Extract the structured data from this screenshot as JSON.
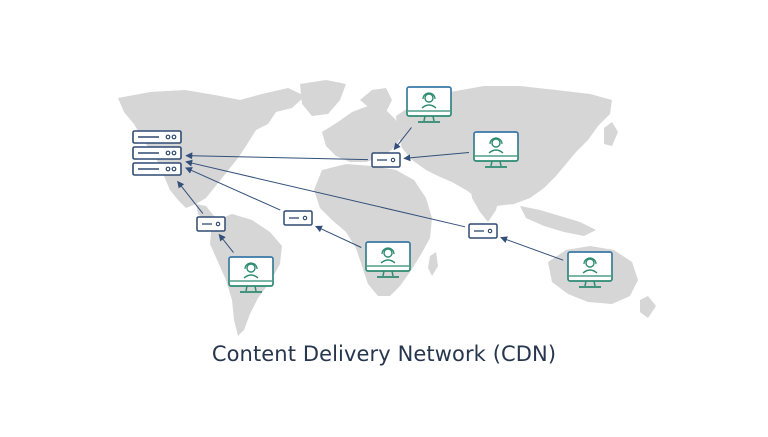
{
  "diagram": {
    "caption": "Content Delivery Network (CDN)",
    "colors": {
      "background": "#ffffff",
      "map_land": "#d6d6d6",
      "server": "#2d4a72",
      "client": "#2e8b72",
      "client_gradient_end": "#3a78a6",
      "arrow": "#33507a",
      "caption_text": "#26364d"
    },
    "nodes": [
      {
        "id": "origin",
        "kind": "origin-server",
        "icon": "server-stack-icon",
        "region": "North America"
      },
      {
        "id": "edge-na",
        "kind": "edge-server",
        "icon": "server-icon",
        "region": "Central America"
      },
      {
        "id": "edge-sa",
        "kind": "edge-server",
        "icon": "server-icon",
        "region": "South Atlantic"
      },
      {
        "id": "edge-eu",
        "kind": "edge-server",
        "icon": "server-icon",
        "region": "Europe"
      },
      {
        "id": "edge-as",
        "kind": "edge-server",
        "icon": "server-icon",
        "region": "Southeast Asia"
      },
      {
        "id": "client-sa",
        "kind": "client",
        "icon": "user-monitor-icon",
        "region": "South America"
      },
      {
        "id": "client-af",
        "kind": "client",
        "icon": "user-monitor-icon",
        "region": "Africa"
      },
      {
        "id": "client-eu",
        "kind": "client",
        "icon": "user-monitor-icon",
        "region": "Northern Europe"
      },
      {
        "id": "client-ru",
        "kind": "client",
        "icon": "user-monitor-icon",
        "region": "Russia"
      },
      {
        "id": "client-au",
        "kind": "client",
        "icon": "user-monitor-icon",
        "region": "Australia"
      }
    ],
    "edges": [
      {
        "from": "client-sa",
        "to": "edge-na"
      },
      {
        "from": "edge-na",
        "to": "origin"
      },
      {
        "from": "client-af",
        "to": "edge-sa"
      },
      {
        "from": "edge-sa",
        "to": "origin"
      },
      {
        "from": "client-eu",
        "to": "edge-eu"
      },
      {
        "from": "client-ru",
        "to": "edge-eu"
      },
      {
        "from": "edge-eu",
        "to": "origin"
      },
      {
        "from": "client-au",
        "to": "edge-as"
      },
      {
        "from": "edge-as",
        "to": "origin"
      }
    ]
  }
}
